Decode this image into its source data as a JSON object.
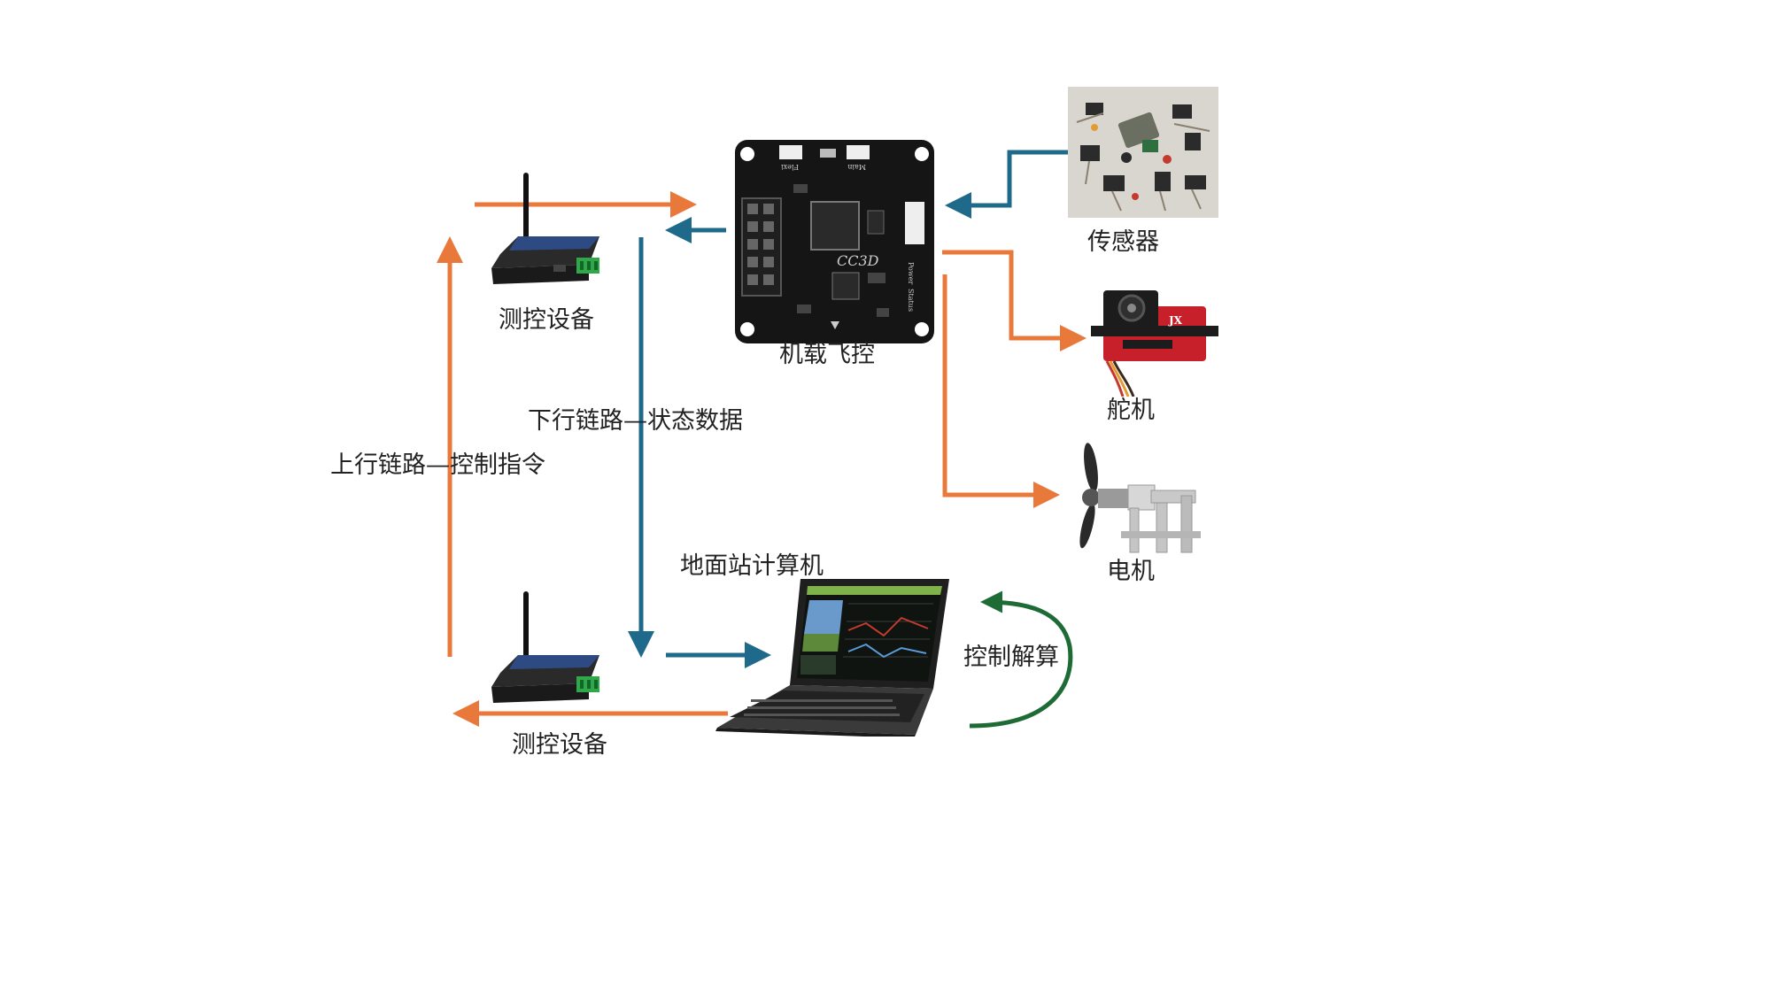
{
  "colors": {
    "uplink_orange": "#E8793A",
    "downlink_blue": "#1F6A8A",
    "loop_green": "#1E6B35",
    "device_blue": "#2E4A82",
    "device_green": "#2FA84A",
    "board_black": "#151515",
    "servo_red": "#C8202A",
    "laptop_dark": "#2A2A2A",
    "screen_green": "#7FB24A"
  },
  "icons": {
    "telemetry_top": "radio-modem-icon",
    "telemetry_bottom": "radio-modem-icon",
    "flight_controller": "flight-controller-board-icon",
    "sensor": "sensor-components-photo-icon",
    "servo": "servo-icon",
    "motor": "propeller-motor-icon",
    "ground_station": "laptop-icon"
  },
  "labels": {
    "telemetry_top": "测控设备",
    "telemetry_bottom": "测控设备",
    "flight_controller": "机载飞控",
    "sensor": "传感器",
    "servo": "舵机",
    "motor": "电机",
    "downlink": "下行链路—状态数据",
    "uplink": "上行链路—控制指令",
    "ground_station": "地面站计算机",
    "control_solve": "控制解算"
  },
  "board_silk": {
    "model": "CC3D",
    "power": "Power",
    "status": "Status",
    "flexi": "Flexi",
    "main": "Main"
  }
}
